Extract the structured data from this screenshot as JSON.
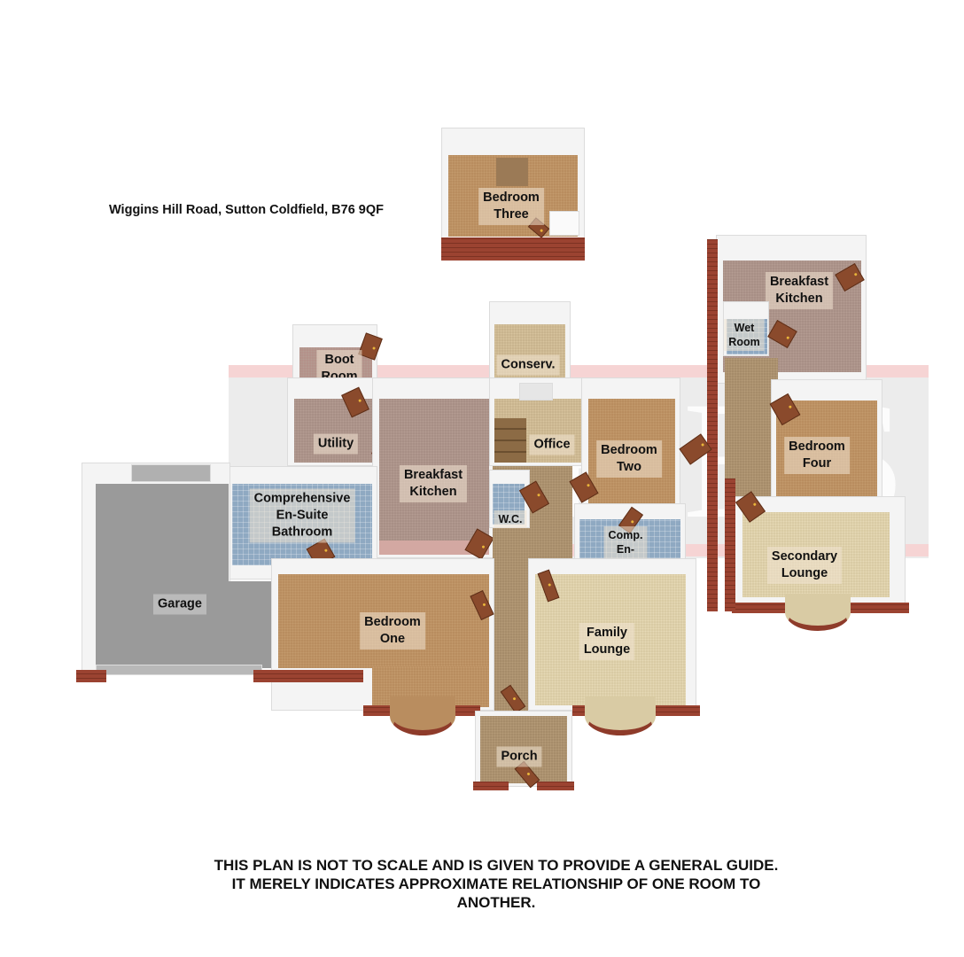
{
  "header": {
    "address": "Wiggins Hill Road, Sutton Coldfield, B76 9QF"
  },
  "watermark": {
    "text": "ACRES"
  },
  "rooms": {
    "bedroom_three": "Bedroom\nThree",
    "breakfast_kitchen_right": "Breakfast\nKitchen",
    "wet_room": "Wet\nRoom",
    "boot_room": "Boot\nRoom",
    "conservatory": "Conserv.",
    "utility": "Utility",
    "breakfast_kitchen_main": "Breakfast\nKitchen",
    "office": "Office",
    "bedroom_two": "Bedroom\nTwo",
    "bedroom_four": "Bedroom\nFour",
    "comprehensive_ensuite": "Comprehensive\nEn-Suite\nBathroom",
    "wc": "W.C.",
    "comp_ensuite": "Comp.\nEn-Suite",
    "secondary_lounge": "Secondary\nLounge",
    "garage": "Garage",
    "bedroom_one": "Bedroom\nOne",
    "family_lounge": "Family\nLounge",
    "porch": "Porch"
  },
  "footer": {
    "disclaimer": "This plan is not to scale and is given to provide a general guide. It merely indicates approximate relationship of one room to another."
  },
  "colors": {
    "brick": "#8e3b2a",
    "wall": "#f4f4f4",
    "watermark_band": "#ececec",
    "watermark_stripe": "#f6d4d4"
  }
}
